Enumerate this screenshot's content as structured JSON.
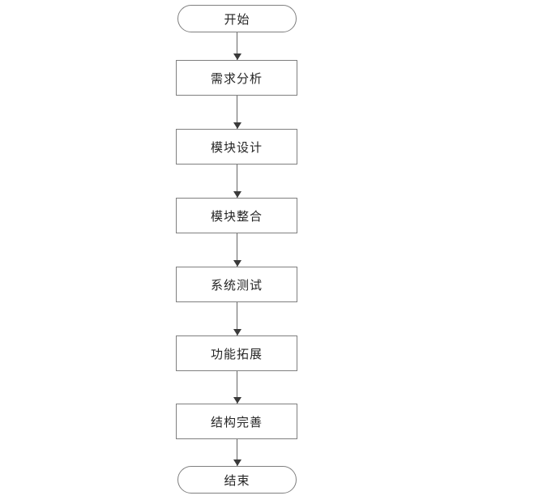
{
  "diagram": {
    "type": "flowchart",
    "direction": "top-down",
    "colors": {
      "background": "#ffffff",
      "node_fill": "#ffffff",
      "node_border": "#7f7f7f",
      "text": "#262626",
      "arrow_line": "#666666",
      "arrow_head": "#3a3a3a"
    },
    "nodes": [
      {
        "id": "start",
        "label": "开始",
        "shape": "stadium"
      },
      {
        "id": "requirements-analysis",
        "label": "需求分析",
        "shape": "rect"
      },
      {
        "id": "module-design",
        "label": "模块设计",
        "shape": "rect"
      },
      {
        "id": "module-integration",
        "label": "模块整合",
        "shape": "rect"
      },
      {
        "id": "system-testing",
        "label": "系统测试",
        "shape": "rect"
      },
      {
        "id": "function-expansion",
        "label": "功能拓展",
        "shape": "rect"
      },
      {
        "id": "structure-improvement",
        "label": "结构完善",
        "shape": "rect"
      },
      {
        "id": "end",
        "label": "结束",
        "shape": "stadium"
      }
    ],
    "edges": [
      {
        "from": "start",
        "to": "requirements-analysis"
      },
      {
        "from": "requirements-analysis",
        "to": "module-design"
      },
      {
        "from": "module-design",
        "to": "module-integration"
      },
      {
        "from": "module-integration",
        "to": "system-testing"
      },
      {
        "from": "system-testing",
        "to": "function-expansion"
      },
      {
        "from": "function-expansion",
        "to": "structure-improvement"
      },
      {
        "from": "structure-improvement",
        "to": "end"
      }
    ]
  }
}
